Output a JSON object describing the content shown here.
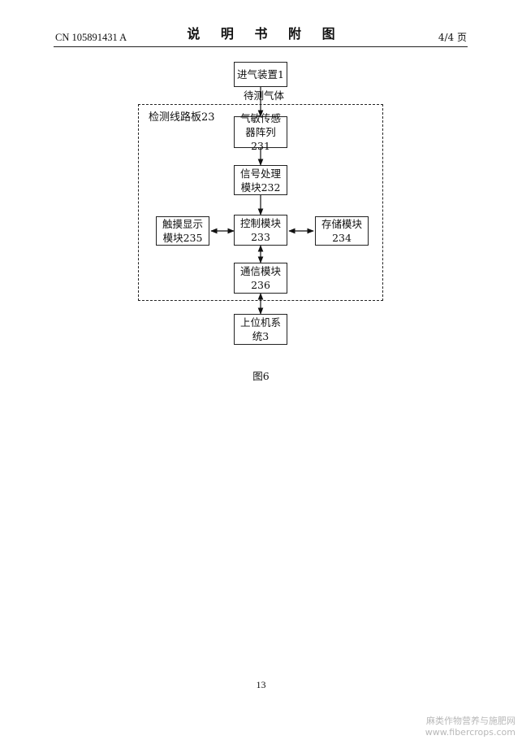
{
  "header": {
    "patent_number": "CN 105891431 A",
    "title": "说 明 书 附 图",
    "page_ratio": "4/4 页"
  },
  "diagram": {
    "inlet": [
      "进气装置1"
    ],
    "gas_label": "待测气体",
    "board_label": "检测线路板23",
    "sensor_array": [
      "气敏传感",
      "器阵列231"
    ],
    "signal_processing": [
      "信号处理",
      "模块232"
    ],
    "control": [
      "控制模块",
      "233"
    ],
    "touch_display": [
      "触摸显示",
      "模块235"
    ],
    "storage": [
      "存储模块",
      "234"
    ],
    "communication": [
      "通信模块",
      "236"
    ],
    "host": [
      "上位机系",
      "统3"
    ]
  },
  "caption": "图6",
  "page_number": "13",
  "watermark": [
    "麻类作物营养与施肥网",
    "www.fibercrops.com"
  ]
}
